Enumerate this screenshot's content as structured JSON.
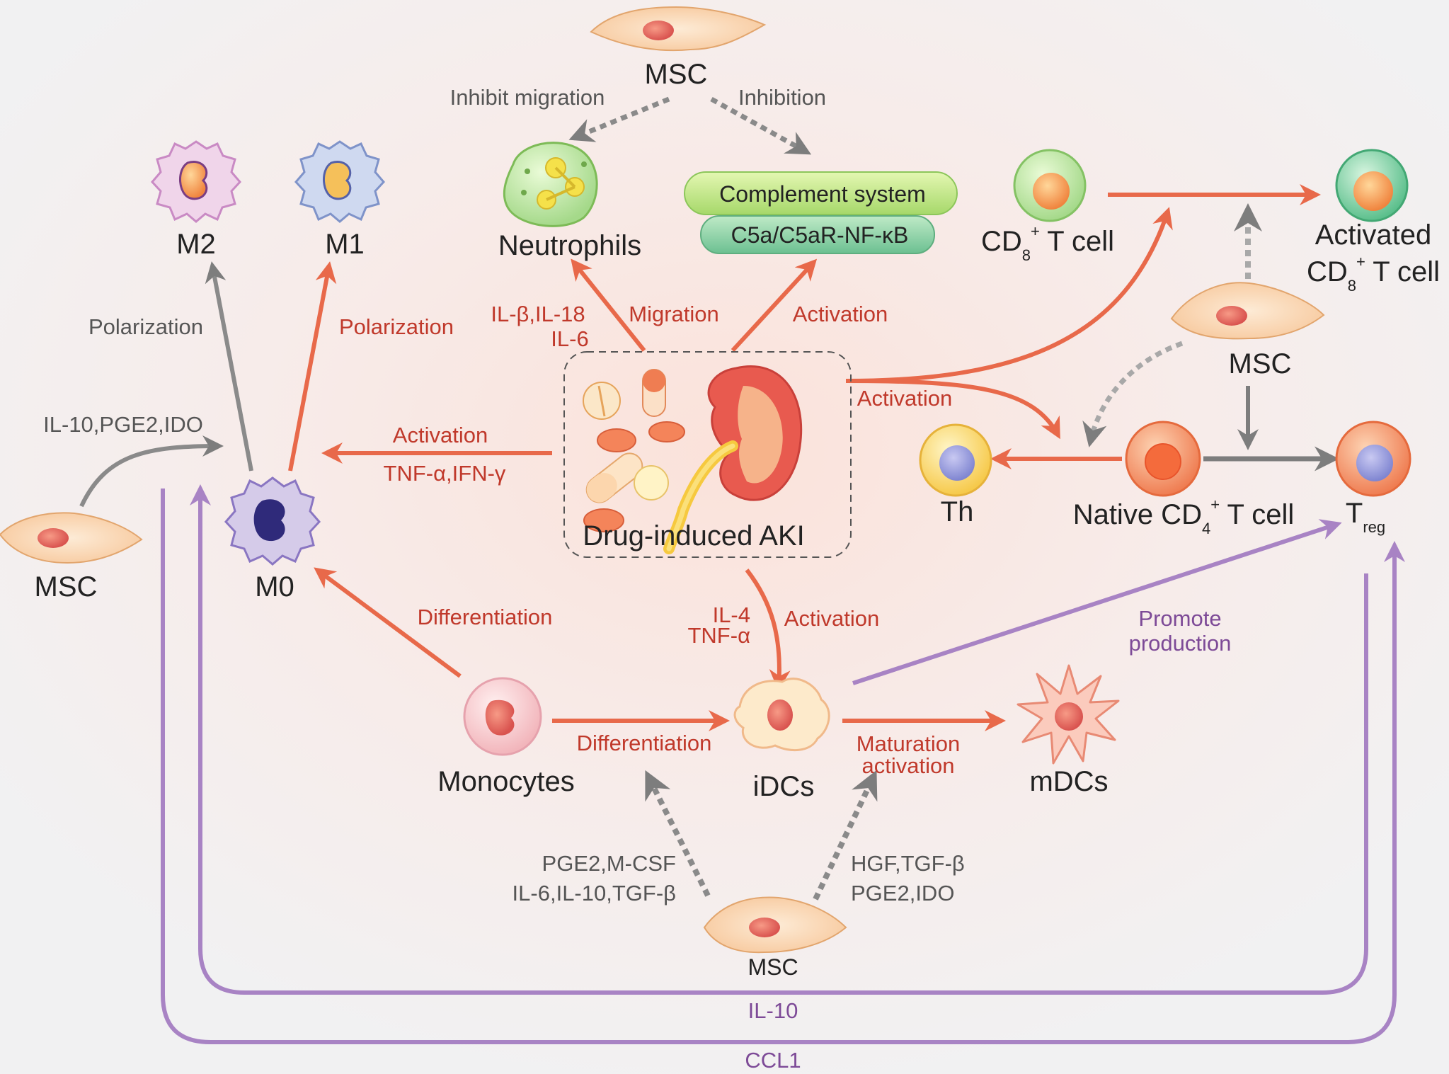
{
  "nodes": {
    "msc_top": "MSC",
    "msc_left": "MSC",
    "msc_right": "MSC",
    "msc_bottom": "MSC",
    "m2": "M2",
    "m1": "M1",
    "m0": "M0",
    "neutrophils": "Neutrophils",
    "complement_system": "Complement system",
    "c5a_pathway": "C5a/C5aR-NF-κB",
    "cd8_prefix": "CD",
    "cd8_sub": "8",
    "cd8_sup": "+",
    "cd8_suffix": " T cell",
    "activated_line1": "Activated",
    "activated_prefix": "CD",
    "activated_sub": "8",
    "activated_sup": "+",
    "activated_suffix": " T cell",
    "th": "Th",
    "native_prefix": "Native CD",
    "native_sub": "4",
    "native_sup": "+",
    "native_suffix": " T cell",
    "treg_main": "T",
    "treg_sub": "reg",
    "drug_aki": "Drug-induced AKI",
    "monocytes": "Monocytes",
    "idcs": "iDCs",
    "mdcs": "mDCs"
  },
  "labels": {
    "inhibit_migration": "Inhibit migration",
    "inhibition": "Inhibition",
    "polarization_gray": "Polarization",
    "polarization_red": "Polarization",
    "il_beta_il18": "IL-β,IL-18",
    "il6": "IL-6",
    "migration": "Migration",
    "activation_complement": "Activation",
    "activation_tcell": "Activation",
    "il10_pge2_ido": "IL-10,PGE2,IDO",
    "activation_m0": "Activation",
    "tnf_ifn": "TNF-α,IFN-γ",
    "differentiation_m0": "Differentiation",
    "il4": "IL-4",
    "tnf_alpha": "TNF-α",
    "activation_idc": "Activation",
    "promote_line1": "Promote",
    "promote_line2": "production",
    "differentiation_idc": "Differentiation",
    "maturation_line1": "Maturation",
    "maturation_line2": "activation",
    "pge2_mcsf": "PGE2,M-CSF",
    "il6_il10_tgf": "IL-6,IL-10,TGF-β",
    "hgf_tgf": "HGF,TGF-β",
    "pge2_ido": "PGE2,IDO",
    "il10_loop": "IL-10",
    "ccl1_loop": "CCL1"
  },
  "colors": {
    "red_arrow": "#e8694a",
    "gray_arrow": "#8a8a8a",
    "purple_arrow": "#a883c4",
    "red_text": "#c0392b",
    "purple_text": "#7d4a97"
  }
}
